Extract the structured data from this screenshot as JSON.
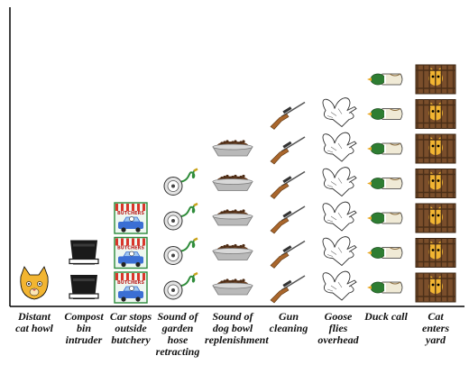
{
  "chart_data": {
    "type": "bar",
    "style": "pictograph",
    "grid": false,
    "legend": "none",
    "ylim": [
      0,
      7
    ],
    "categories": [
      "Distant cat howl",
      "Compost bin intruder",
      "Car stops outside butchery",
      "Sound of garden hose retracting",
      "Sound of dog bowl replenishment",
      "Gun cleaning",
      "Goose flies overhead",
      "Duck call",
      "Cat enters yard"
    ],
    "label_lines": [
      [
        "Distant",
        "cat howl"
      ],
      [
        "Compost",
        "bin",
        "intruder"
      ],
      [
        "Car stops",
        "outside",
        "butchery"
      ],
      [
        "Sound of",
        "garden",
        "hose",
        "retracting"
      ],
      [
        "Sound of",
        "dog bowl",
        "replenishment"
      ],
      [
        "Gun",
        "cleaning"
      ],
      [
        "Goose",
        "flies",
        "overhead"
      ],
      [
        "Duck call"
      ],
      [
        "Cat",
        "enters",
        "yard"
      ]
    ],
    "values": [
      1,
      2,
      3,
      4,
      5,
      6,
      6,
      7,
      7
    ],
    "icons": [
      "cat-face-icon",
      "bin-icon",
      "butcher-car-icon",
      "hose-reel-icon",
      "dog-bowl-icon",
      "rifle-icon",
      "goose-icon",
      "duck-icon",
      "caged-cat-icon"
    ],
    "sign_text": "BUTCHERS"
  },
  "colors": {
    "axis": "#000000",
    "cat": "#f2b532",
    "bin": "#1a1a1a",
    "awning_red": "#d9362b",
    "car": "#3b6fd4",
    "hose": "#2f8c3a",
    "bowl": "#b9b9b9",
    "food": "#6b4123",
    "rifle_wood": "#a9662c",
    "duck_head": "#2e7d32",
    "duck_body": "#f0ead6",
    "fence": "#7a4e2b"
  }
}
